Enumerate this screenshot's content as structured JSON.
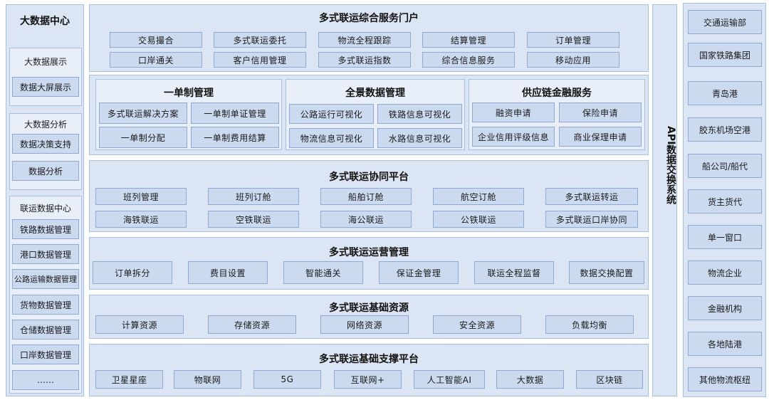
{
  "left": {
    "title": "大数据中心",
    "group1": {
      "label": "大数据展示",
      "items": [
        "数据大屏展示"
      ]
    },
    "group2": {
      "label": "大数据分析",
      "items": [
        "数据决策支持",
        "数据分析"
      ]
    },
    "group3": {
      "label": "联运数据中心",
      "items": [
        "铁路数据管理",
        "港口数据管理",
        "公路运输数据管理",
        "货物数据管理",
        "仓储数据管理",
        "口岸数据管理",
        "……"
      ]
    }
  },
  "portal": {
    "title": "多式联运综合服务门户",
    "row1": [
      "交易撮合",
      "多式联运委托",
      "物流全程跟踪",
      "结算管理",
      "订单管理"
    ],
    "row2": [
      "口岸通关",
      "客户信用管理",
      "多式联运指数",
      "综合信息服务",
      "移动应用"
    ]
  },
  "mgmt": {
    "single": {
      "title": "一单制管理",
      "items": [
        "多式联运解决方案",
        "一单制单证管理",
        "一单制分配",
        "一单制费用结算"
      ]
    },
    "panorama": {
      "title": "全景数据管理",
      "items": [
        "公路运行可视化",
        "铁路信息可视化",
        "物流信息可视化",
        "水路信息可视化"
      ]
    },
    "finance": {
      "title": "供应链金融服务",
      "items": [
        "融资申请",
        "保险申请",
        "企业信用评级信息",
        "商业保理申请"
      ]
    }
  },
  "collab": {
    "title": "多式联运协同平台",
    "row1": [
      "班列管理",
      "班列订舱",
      "船舶订舱",
      "航空订舱",
      "多式联运转运"
    ],
    "row2": [
      "海铁联运",
      "空铁联运",
      "海公联运",
      "公铁联运",
      "多式联运口岸协同"
    ]
  },
  "ops": {
    "title": "多式联运运营管理",
    "items": [
      "订单拆分",
      "费目设置",
      "智能通关",
      "保证金管理",
      "联运全程监督",
      "数据交换配置"
    ]
  },
  "resources": {
    "title": "多式联运基础资源",
    "items": [
      "计算资源",
      "存储资源",
      "网络资源",
      "安全资源",
      "负载均衡"
    ]
  },
  "support": {
    "title": "多式联运基础支撑平台",
    "items": [
      "卫星星座",
      "物联网",
      "5G",
      "互联网+",
      "人工智能AI",
      "大数据",
      "区块链"
    ]
  },
  "api": {
    "title": "API数据交换系统"
  },
  "right": {
    "items": [
      "交通运输部",
      "国家铁路集团",
      "青岛港",
      "胶东机场空港",
      "船公司/船代",
      "货主货代",
      "单一窗口",
      "物流企业",
      "金融机构",
      "各地陆港",
      "其他物流枢纽"
    ]
  },
  "colors": {
    "panel": "#dbe5f4",
    "button": "#ccdaf0",
    "border": "#8fa9d4"
  }
}
